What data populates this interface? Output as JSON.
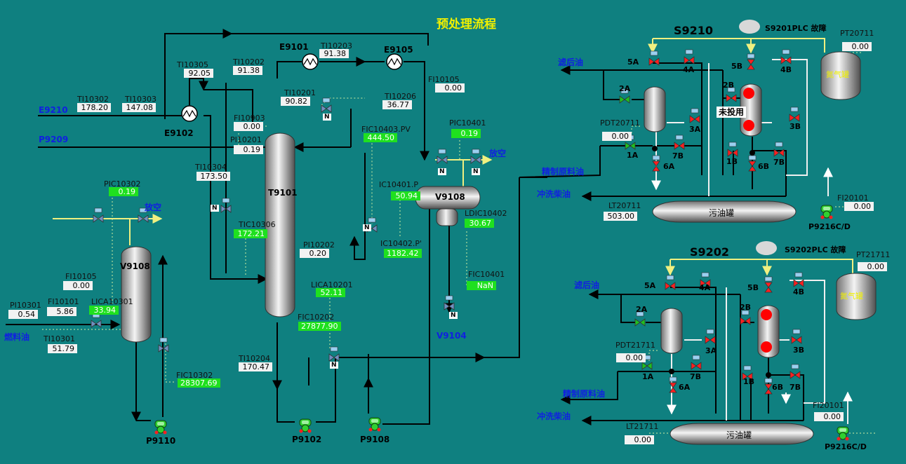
{
  "title": "预处理流程",
  "streams": {
    "E9210": "E9210",
    "P9209": "P9209",
    "vent1": "放空",
    "vent2": "放空",
    "fuel_oil": "燃料油",
    "V9104": "V9104",
    "filtered_oil_1": "滤后油",
    "refined_feed_1": "精制原料油",
    "flush_diesel_1": "冲洗柴油",
    "filtered_oil_2": "滤后油",
    "refined_feed_2": "精制原料油",
    "flush_diesel_2": "冲洗柴油"
  },
  "equipment": {
    "E9101": "E9101",
    "E9105": "E9105",
    "E9102": "E9102",
    "T9101": "T9101",
    "V9108_left": "V9108",
    "V9108_right": "V9108",
    "P9110": "P9110",
    "P9102": "P9102",
    "P9108": "P9108",
    "S9210": "S9210",
    "S9202": "S9202",
    "P9216_1": "P9216C/D",
    "P9216_2": "P9216C/D",
    "sump1": "污油罐",
    "sump2": "污油罐",
    "n2_1": "氮气罐",
    "n2_2": "氮气罐",
    "not_in_use": "未投用"
  },
  "alarms": {
    "s9201": "S9201PLC 故障",
    "s9202": "S9202PLC 故障"
  },
  "instruments": [
    {
      "id": "ti10305",
      "tag": "TI10305",
      "value": "92.05",
      "style": "w"
    },
    {
      "id": "ti10202",
      "tag": "TI10202",
      "value": "91.38",
      "style": "w"
    },
    {
      "id": "ti10203",
      "tag": "TI10203",
      "value": "91.38",
      "style": "w"
    },
    {
      "id": "ti10302",
      "tag": "TI10302",
      "value": "178.20",
      "style": "w"
    },
    {
      "id": "ti10303",
      "tag": "TI10303",
      "value": "147.08",
      "style": "w"
    },
    {
      "id": "ti10201",
      "tag": "TI10201",
      "value": "90.82",
      "style": "w"
    },
    {
      "id": "ti10206",
      "tag": "TI10206",
      "value": "36.77",
      "style": "w"
    },
    {
      "id": "fi10105a",
      "tag": "FI10105",
      "value": "0.00",
      "style": "w"
    },
    {
      "id": "fi10903",
      "tag": "FI10903",
      "value": "0.00",
      "style": "w"
    },
    {
      "id": "pi10201",
      "tag": "PI10201",
      "value": "0.19",
      "style": "w"
    },
    {
      "id": "fic10403",
      "tag": "FIC10403.PV",
      "value": "444.50",
      "style": "g"
    },
    {
      "id": "pic10401",
      "tag": "PIC10401",
      "value": "0.19",
      "style": "g"
    },
    {
      "id": "ti10304",
      "tag": "TI10304",
      "value": "173.50",
      "style": "w"
    },
    {
      "id": "pic10302",
      "tag": "PIC10302",
      "value": "0.19",
      "style": "g"
    },
    {
      "id": "tic10306",
      "tag": "TIC10306",
      "value": "172.21",
      "style": "g"
    },
    {
      "id": "ic10401",
      "tag": "IC10401.P",
      "value": "50.94",
      "style": "g"
    },
    {
      "id": "ldic10402",
      "tag": "LDIC10402",
      "value": "30.67",
      "style": "g"
    },
    {
      "id": "ic10402",
      "tag": "IC10402.P'",
      "value": "1182.42",
      "style": "g"
    },
    {
      "id": "pi10202",
      "tag": "PI10202",
      "value": "0.20",
      "style": "w"
    },
    {
      "id": "fi10105b",
      "tag": "FI10105",
      "value": "0.00",
      "style": "w"
    },
    {
      "id": "pi10301",
      "tag": "PI10301",
      "value": "0.54",
      "style": "w"
    },
    {
      "id": "fi10101",
      "tag": "FI10101",
      "value": "5.86",
      "style": "w"
    },
    {
      "id": "lica10301",
      "tag": "LICA10301",
      "value": "33.94",
      "style": "g"
    },
    {
      "id": "lica10201",
      "tag": "LICA10201",
      "value": "52.11",
      "style": "g"
    },
    {
      "id": "fic10401",
      "tag": "FIC10401",
      "value": "NaN",
      "style": "g"
    },
    {
      "id": "fic10202",
      "tag": "FIC10202",
      "value": "27877.90",
      "style": "g"
    },
    {
      "id": "ti10301",
      "tag": "TI10301",
      "value": "51.79",
      "style": "w"
    },
    {
      "id": "fic10302",
      "tag": "FIC10302",
      "value": "28307.69",
      "style": "g"
    },
    {
      "id": "ti10204",
      "tag": "TI10204",
      "value": "170.47",
      "style": "w"
    },
    {
      "id": "pt20711",
      "tag": "PT20711",
      "value": "0.00",
      "style": "w"
    },
    {
      "id": "pdt20711",
      "tag": "PDT20711",
      "value": "0.00",
      "style": "w"
    },
    {
      "id": "lt20711",
      "tag": "LT20711",
      "value": "503.00",
      "style": "w"
    },
    {
      "id": "fi20101a",
      "tag": "FI20101",
      "value": "0.00",
      "style": "w"
    },
    {
      "id": "pt21711",
      "tag": "PT21711",
      "value": "0.00",
      "style": "w"
    },
    {
      "id": "pdt21711",
      "tag": "PDT21711",
      "value": "0.00",
      "style": "w"
    },
    {
      "id": "lt21711",
      "tag": "LT21711",
      "value": "0.00",
      "style": "w"
    },
    {
      "id": "fi20101b",
      "tag": "FI20101",
      "value": "0.00",
      "style": "w"
    }
  ],
  "valve_labels": {
    "a": [
      "5A",
      "4A",
      "2A",
      "3A",
      "1A",
      "7B",
      "6A",
      "2B",
      "5B",
      "4B",
      "3B",
      "1B",
      "6B",
      "7B"
    ],
    "b": [
      "5A",
      "4A",
      "2A",
      "3A",
      "1A",
      "7B",
      "6A",
      "2B",
      "5B",
      "4B",
      "3B",
      "1B",
      "6B",
      "7B"
    ]
  },
  "manual_flag": "N"
}
